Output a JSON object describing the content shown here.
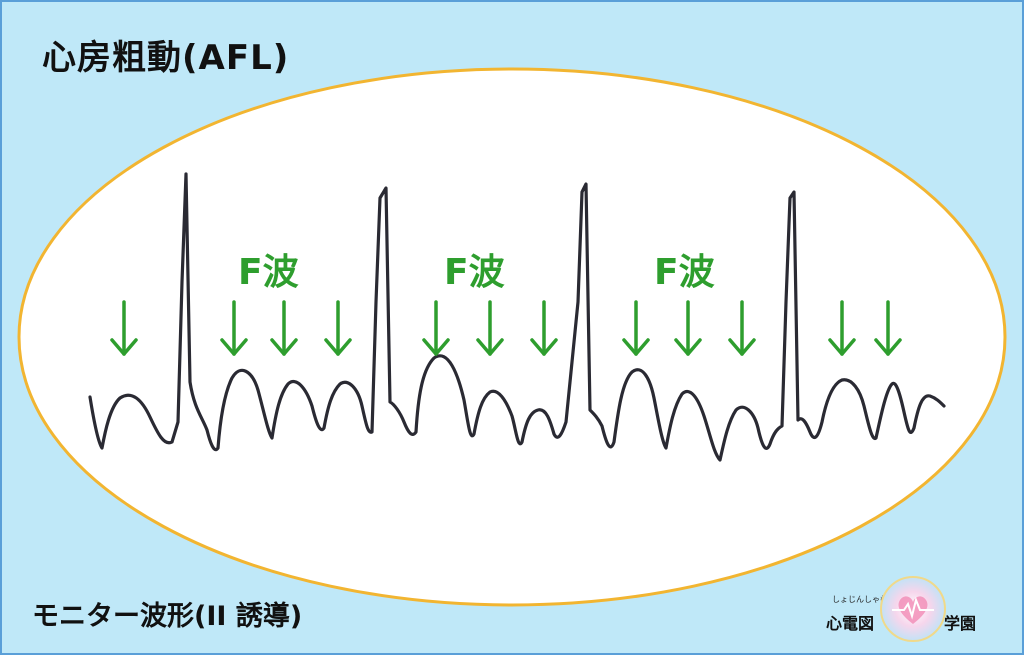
{
  "title": "心房粗動(AFL)",
  "subtitle": "モニター波形(II 誘導)",
  "annotations": {
    "f_wave_label": "F波",
    "arrow_color": "#2e9e2e"
  },
  "colors": {
    "background": "#bfe8f8",
    "border": "#5a9fd8",
    "ellipse_fill": "#ffffff",
    "ellipse_stroke": "#f2b531",
    "trace": "#2a2a33"
  },
  "logo": {
    "ruby": "しょじんしゃむけ",
    "left_text": "心電図",
    "right_text": "学園",
    "icon": "heart-ecg-badge"
  }
}
